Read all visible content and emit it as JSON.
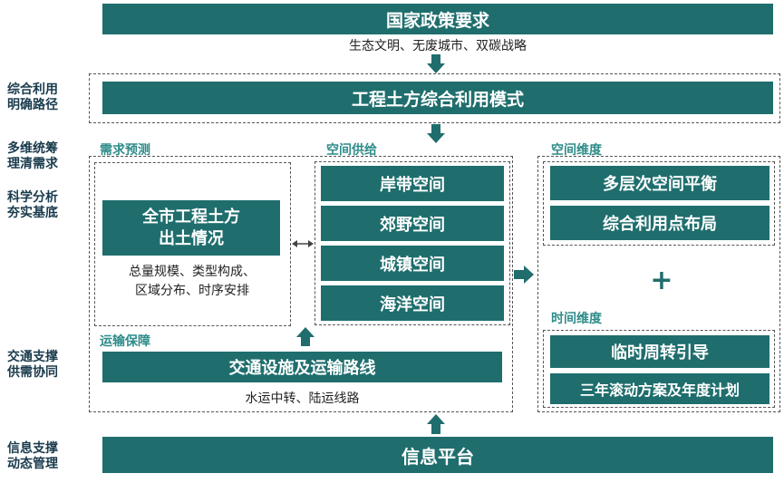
{
  "left_labels": [
    {
      "line1": "综合利用",
      "line2": "明确路径"
    },
    {
      "line1": "多维统筹",
      "line2": "理清需求"
    },
    {
      "line1": "科学分析",
      "line2": "夯实基底"
    },
    {
      "line1": "交通支撑",
      "line2": "供需协同"
    },
    {
      "line1": "信息支撑",
      "line2": "动态管理"
    }
  ],
  "top": {
    "title": "国家政策要求",
    "subtitle": "生态文明、无废城市、双碳战略"
  },
  "mode": {
    "title": "工程土方综合利用模式"
  },
  "demand": {
    "section": "需求预测",
    "box_line1": "全市工程土方",
    "box_line2": "出土情况",
    "note_line1": "总量规模、类型构成、",
    "note_line2": "区域分布、时序安排"
  },
  "supply": {
    "section": "空间供给",
    "items": [
      "岸带空间",
      "郊野空间",
      "城镇空间",
      "海洋空间"
    ]
  },
  "space_dim": {
    "section": "空间维度",
    "items": [
      "多层次空间平衡",
      "综合利用点布局"
    ]
  },
  "plus": "+",
  "time_dim": {
    "section": "时间维度",
    "items": [
      "临时周转引导",
      "三年滚动方案及年度计划"
    ]
  },
  "transport": {
    "section": "运输保障",
    "title": "交通设施及运输路线",
    "note": "水运中转、陆运线路"
  },
  "platform": {
    "title": "信息平台"
  },
  "colors": {
    "box": "#1f6e6d",
    "section_label": "#2e8c8a",
    "side_label": "#1a3b4d"
  }
}
